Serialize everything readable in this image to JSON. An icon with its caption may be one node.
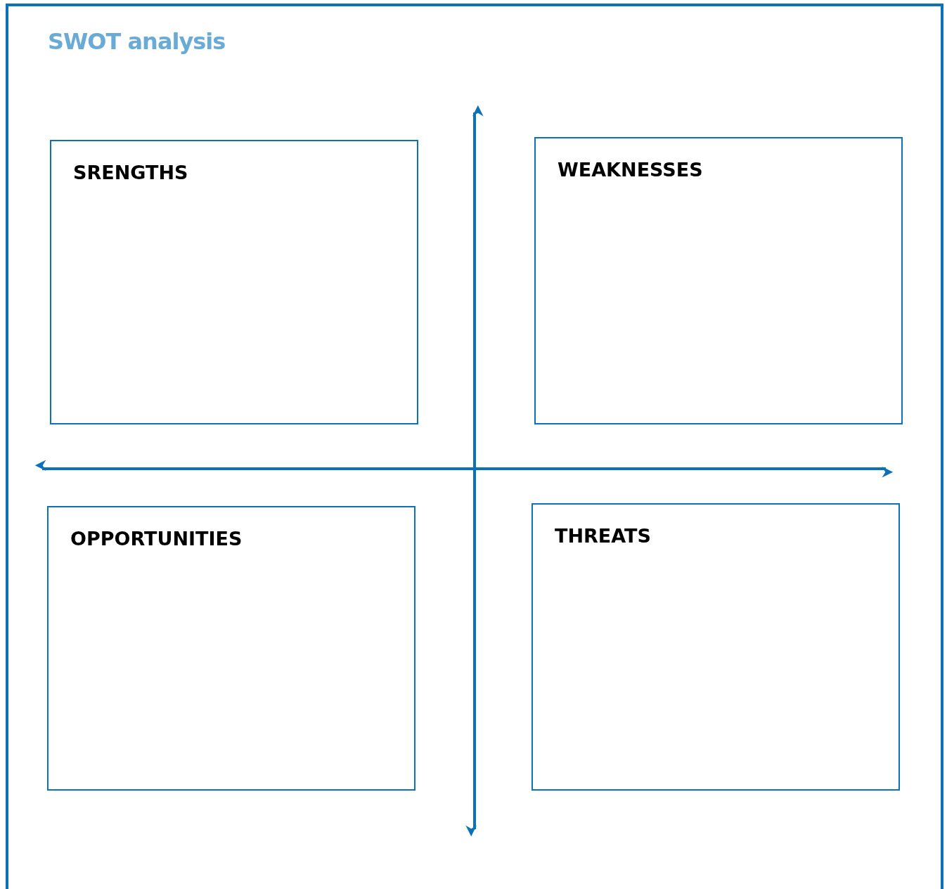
{
  "diagram": {
    "title": "SWOT analysis",
    "nodes": [
      {
        "text": [
          "SRENGTHS"
        ]
      },
      {
        "text": [
          "WEAKNESSES"
        ]
      },
      {
        "text": [
          "OPPORTUNITIES"
        ]
      },
      {
        "text": [
          "THREATS"
        ]
      }
    ]
  }
}
